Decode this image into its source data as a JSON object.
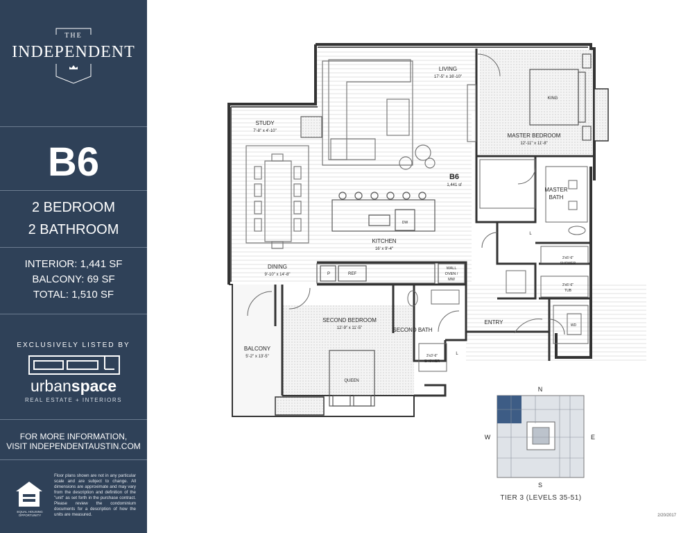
{
  "brand": {
    "the": "THE",
    "name": "INDEPENDENT"
  },
  "unit": {
    "code": "B6",
    "bedrooms": "2 BEDROOM",
    "bathrooms": "2 BATHROOM",
    "interior": "INTERIOR: 1,441 SF",
    "balcony": "BALCONY: 69 SF",
    "total": "TOTAL: 1,510 SF"
  },
  "agent": {
    "listed_by": "EXCLUSIVELY LISTED BY",
    "name_light": "urban",
    "name_bold": "space",
    "tagline": "REAL ESTATE + INTERIORS"
  },
  "info": {
    "line1": "FOR MORE INFORMATION,",
    "line2": "VISIT INDEPENDENTAUSTIN.COM"
  },
  "disclaimer": "Floor plans shown are not in any particular scale and are subject to change. All dimensions are approximate and may vary from the description and definition of the \"unit\" as set forth in the purchase contract. Please review the condominium documents for a description of how the units are measured.",
  "eho": "EQUAL HOUSING OPPORTUNITY",
  "rooms": {
    "living": {
      "name": "LIVING",
      "dim": "17'-5\" x 16'-10\""
    },
    "study": {
      "name": "STUDY",
      "dim": "7'-8\" x 4'-10\""
    },
    "master_bedroom": {
      "name": "MASTER BEDROOM",
      "dim": "12'-11\" x 11'-8\""
    },
    "king": "KING",
    "master_bath_1": "MASTER",
    "master_bath_2": "BATH",
    "unit_label": "B6",
    "unit_sf": "1,441 sf",
    "kitchen": {
      "name": "KITCHEN",
      "dim": "16' x 9'-4\""
    },
    "dw": "DW",
    "dining": {
      "name": "DINING",
      "dim": "9'-10\" x 14'-8\""
    },
    "p": "P",
    "ref": "REF",
    "wall_oven_1": "WALL",
    "wall_oven_2": "OVEN /",
    "wall_oven_3": "MW",
    "l": "L",
    "shower_master_1": "3'x5'-6\"",
    "shower_master_2": "SHOWER",
    "tub_1": "3'x5'-6\"",
    "tub_2": "TUB",
    "second_bedroom": {
      "name": "SECOND BEDROOM",
      "dim": "12'-9\" x 11'-5\""
    },
    "second_bath": "SECOND BATH",
    "entry": "ENTRY",
    "wd": "WD",
    "balcony": {
      "name": "BALCONY",
      "dim": "5'-2\" x 13'-5\""
    },
    "shower_second_1": "3'x3'-6\"",
    "shower_second_2": "SHOWER",
    "queen": "QUEEN"
  },
  "keyplan": {
    "n": "N",
    "s": "S",
    "e": "E",
    "w": "W",
    "caption": "TIER 3 (LEVELS 35-51)"
  },
  "date": "2/20/2017",
  "colors": {
    "sidebar": "#2f4158",
    "highlight": "#3d5c85"
  }
}
